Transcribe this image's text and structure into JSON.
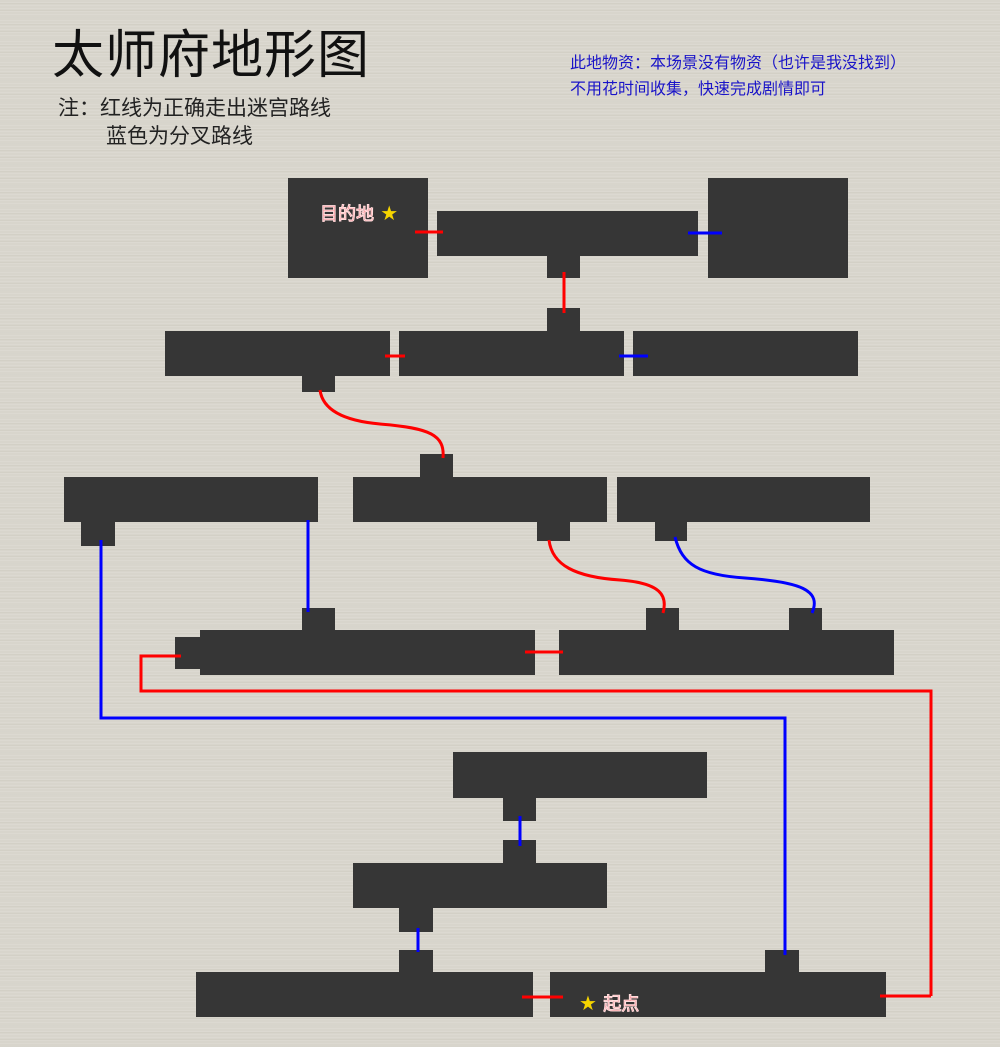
{
  "title": "太师府地形图",
  "note": {
    "line1": "注：红线为正确走出迷宫路线",
    "line2": "蓝色为分叉路线"
  },
  "info": {
    "line1": "此地物资：本场景没有物资（也许是我没找到）",
    "line2": "不用花时间收集，快速完成剧情即可"
  },
  "markers": {
    "destination": {
      "label": "目的地",
      "icon": "star-icon",
      "glyph": "★"
    },
    "start": {
      "label": "起点",
      "icon": "star-icon",
      "glyph": "★"
    }
  },
  "colors": {
    "correct_route": "#ff0000",
    "branch_route": "#0000ff",
    "room": "#363636",
    "background": "#d8d5cc",
    "info_text": "#1a14c8",
    "marker_text": "#f03040",
    "star": "#f5d400"
  },
  "legend": [
    {
      "color": "red",
      "meaning": "正确走出迷宫路线"
    },
    {
      "color": "blue",
      "meaning": "分叉路线"
    }
  ]
}
